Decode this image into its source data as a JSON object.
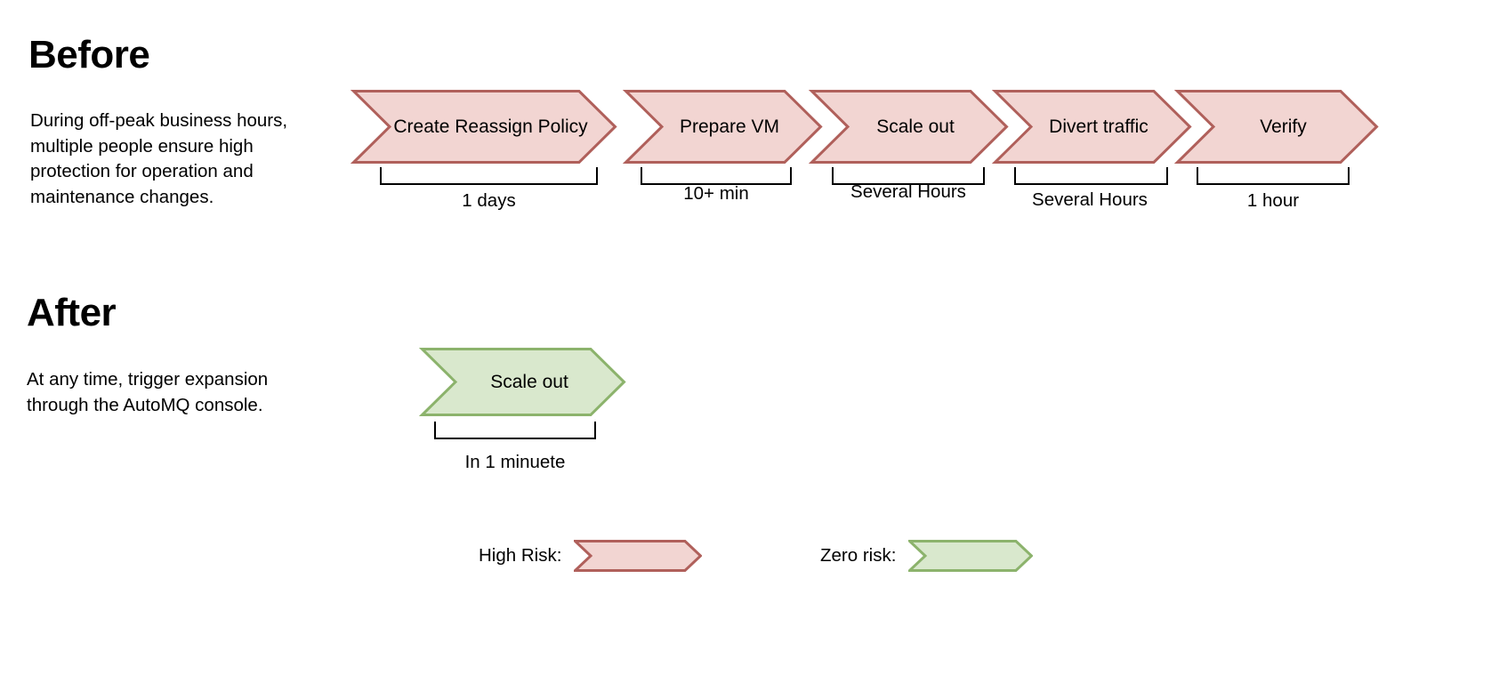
{
  "page": {
    "background": "#ffffff",
    "high_risk_fill": "#f2d5d2",
    "high_risk_stroke": "#b0605b",
    "zero_risk_fill": "#d9e8cd",
    "zero_risk_stroke": "#8cb36c",
    "text_color": "#000000"
  },
  "before": {
    "title": "Before",
    "description": "During off-peak business hours, multiple people ensure high protection for operation and maintenance changes.",
    "steps": [
      {
        "label": "Create Reassign Policy",
        "duration": "1 days"
      },
      {
        "label": "Prepare VM",
        "duration": "10+ min"
      },
      {
        "label": "Scale out",
        "duration": "Several Hours"
      },
      {
        "label": "Divert traffic",
        "duration": "Several Hours"
      },
      {
        "label": "Verify",
        "duration": "1 hour"
      }
    ]
  },
  "after": {
    "title": "After",
    "description": "At any time, trigger expansion through the AutoMQ console.",
    "steps": [
      {
        "label": "Scale out",
        "duration": "In 1 minuete"
      }
    ]
  },
  "legend": {
    "items": [
      {
        "label": "High Risk:",
        "risk": "high"
      },
      {
        "label": "Zero risk:",
        "risk": "zero"
      }
    ]
  }
}
